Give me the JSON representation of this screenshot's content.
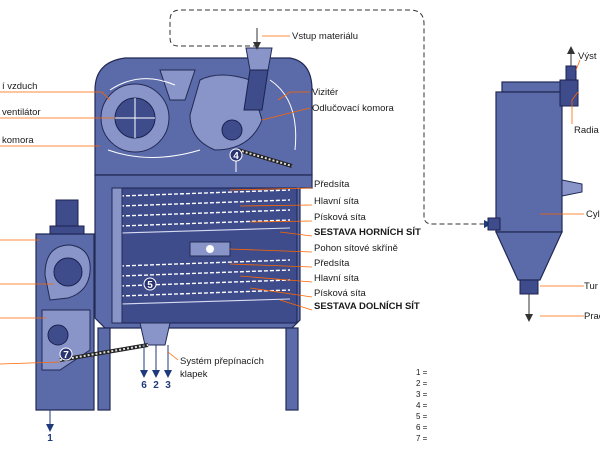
{
  "labels_top": {
    "vstup": "Vstup materiálu",
    "vizitér": "Vizitér",
    "odlucovaci": "Odlučovací komora"
  },
  "labels_left": {
    "vzduch": "í vzduch",
    "ventilator": "ventilátor",
    "komora": "komora"
  },
  "labels_sieves": {
    "predsita1": "Předsíta",
    "hlavni1": "Hlavní síta",
    "piskova1": "Písková síta",
    "horni": "SESTAVA HORNÍCH SÍT",
    "pohon": "Pohon sítové skříně",
    "predsita2": "Předsíta",
    "hlavni2": "Hlavní síta",
    "piskova2": "Písková síta",
    "dolni": "SESTAVA DOLNÍCH SÍT"
  },
  "labels_bottom": {
    "system_line1": "Systém přepínacích",
    "system_line2": "klapek"
  },
  "labels_right": {
    "vyst": "Výst",
    "radia": "Radia",
    "cyl": "Cyl",
    "tur": "Tur",
    "prac": "Prac"
  },
  "numbers": {
    "n1": "1",
    "n2": "2",
    "n3": "3",
    "n4": "4",
    "n5": "5",
    "n6": "6",
    "n7": "7"
  },
  "legend": [
    "1 =",
    "2 =",
    "3 =",
    "4 =",
    "5 =",
    "6 =",
    "7 ="
  ],
  "colors": {
    "machine": "#5b6aa8",
    "accent": "#ff6600",
    "arrow": "#1f3a7a"
  }
}
